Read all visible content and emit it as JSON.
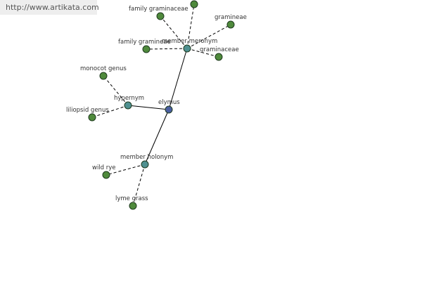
{
  "watermark": "http://www.artikata.com",
  "colors": {
    "root": "#4a5ea0",
    "relation": "#4f9090",
    "leaf": "#4f8a3c"
  },
  "graph": {
    "nodes": [
      {
        "id": "elymus",
        "label": "elymus",
        "kind": "root"
      },
      {
        "id": "member-meronym",
        "label": "member meronym",
        "kind": "relation"
      },
      {
        "id": "hypernym",
        "label": "hypernym",
        "kind": "relation"
      },
      {
        "id": "member-holonym",
        "label": "member holonym",
        "kind": "relation"
      },
      {
        "id": "mm-top",
        "label": "",
        "kind": "leaf"
      },
      {
        "id": "family-graminaceae-1",
        "label": "family graminaceae",
        "kind": "leaf"
      },
      {
        "id": "gramineae",
        "label": "gramineae",
        "kind": "leaf"
      },
      {
        "id": "family-gramineae",
        "label": "family gramineae",
        "kind": "leaf"
      },
      {
        "id": "graminaceae",
        "label": "graminaceae",
        "kind": "leaf"
      },
      {
        "id": "monocot-genus",
        "label": "monocot genus",
        "kind": "leaf"
      },
      {
        "id": "liliopsid-genus",
        "label": "liliopsid genus",
        "kind": "leaf"
      },
      {
        "id": "wild-rye",
        "label": "wild rye",
        "kind": "leaf"
      },
      {
        "id": "lyme-grass",
        "label": "lyme grass",
        "kind": "leaf"
      }
    ],
    "edges": [
      {
        "from": "elymus",
        "to": "member-meronym",
        "style": "solid"
      },
      {
        "from": "elymus",
        "to": "hypernym",
        "style": "solid"
      },
      {
        "from": "elymus",
        "to": "member-holonym",
        "style": "solid"
      },
      {
        "from": "member-meronym",
        "to": "mm-top",
        "style": "dashed"
      },
      {
        "from": "member-meronym",
        "to": "family-graminaceae-1",
        "style": "dashed"
      },
      {
        "from": "member-meronym",
        "to": "gramineae",
        "style": "dashed"
      },
      {
        "from": "member-meronym",
        "to": "family-gramineae",
        "style": "dashed"
      },
      {
        "from": "member-meronym",
        "to": "graminaceae",
        "style": "dashed"
      },
      {
        "from": "hypernym",
        "to": "monocot-genus",
        "style": "dashed"
      },
      {
        "from": "hypernym",
        "to": "liliopsid-genus",
        "style": "dashed"
      },
      {
        "from": "member-holonym",
        "to": "wild-rye",
        "style": "dashed"
      },
      {
        "from": "member-holonym",
        "to": "lyme-grass",
        "style": "dashed"
      }
    ]
  }
}
